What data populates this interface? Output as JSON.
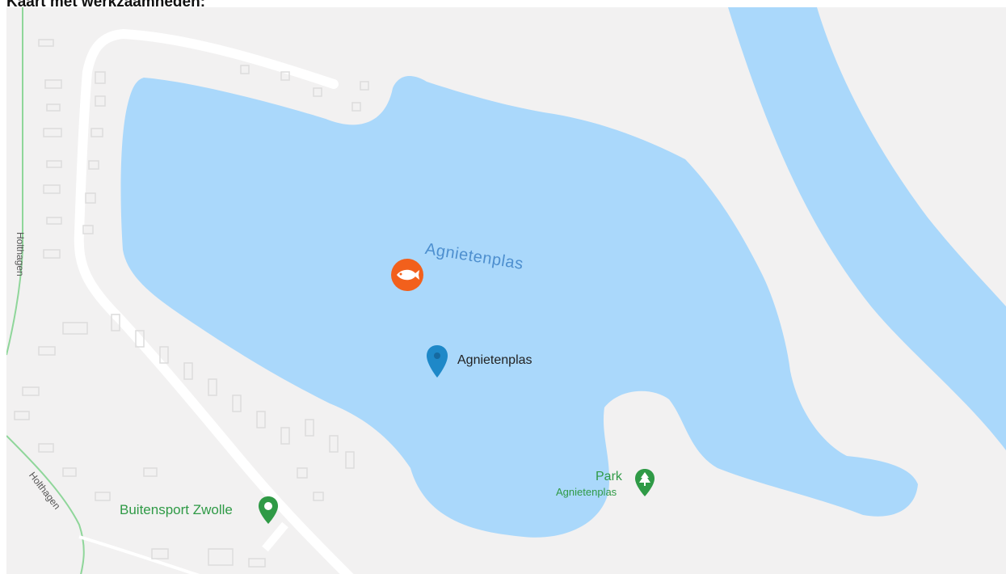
{
  "page": {
    "heading": "Kaart met werkzaamheden:"
  },
  "map": {
    "water_body_label": "Agnietenplas",
    "place_marker": {
      "label": "Agnietenplas",
      "icon": "location-pin-icon",
      "color": "#1e88c8"
    },
    "fishing_marker": {
      "icon": "fish-icon",
      "color": "#f2601c"
    },
    "park": {
      "name": "Park",
      "subtitle": "Agnietenplas",
      "icon": "tree-icon",
      "color": "#2f9a46"
    },
    "shop": {
      "label": "Buitensport Zwolle",
      "icon": "shopping-pin-icon",
      "color": "#2f9a46"
    },
    "streets": [
      "Holthagen",
      "Holthagen"
    ],
    "colors": {
      "water": "#aad8fb",
      "land": "#f2f1f1",
      "road": "#ffffff",
      "park_road": "#7ccf8a"
    }
  }
}
